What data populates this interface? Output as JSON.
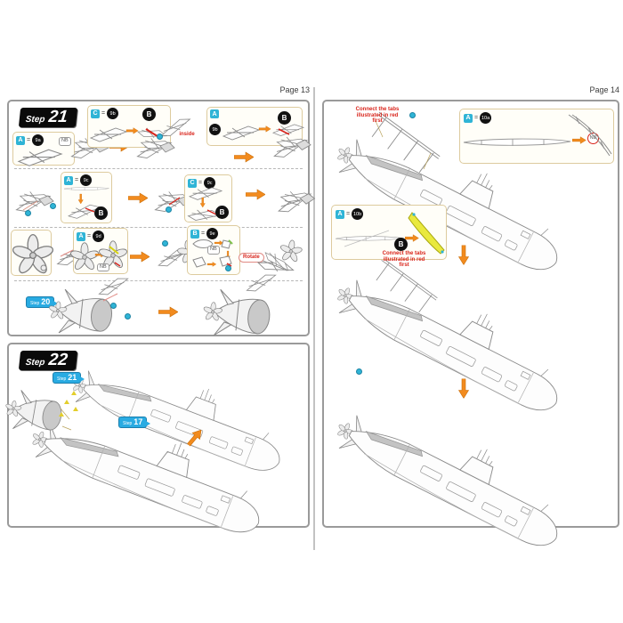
{
  "page13": {
    "label": "Page 13",
    "step21_heading": {
      "word": "Step",
      "num": "21"
    },
    "step22_heading": {
      "word": "Step",
      "num": "22"
    },
    "row1": {
      "calloutA": {
        "letter": "A",
        "eq": "=",
        "part": "9a"
      },
      "nb": "NB",
      "calloutC": {
        "letter": "C",
        "eq": "=",
        "part": "9b",
        "b_badge": "B"
      },
      "inside_note": "inside",
      "calloutA2": {
        "letter": "A",
        "part": "9b",
        "b_badge": "B"
      }
    },
    "row2": {
      "calloutA": {
        "letter": "A",
        "eq": "=",
        "part": "9c",
        "b_badge": "B"
      },
      "calloutC": {
        "letter": "C",
        "eq": "=",
        "part": "9c",
        "b_badge": "B"
      }
    },
    "row3": {
      "calloutA": {
        "letter": "A",
        "eq": "=",
        "part": "9d",
        "nb": "NB"
      },
      "calloutB": {
        "letter": "B",
        "eq": "=",
        "part": "9e",
        "nb": "NB"
      },
      "rotate_note": "Rotate"
    },
    "row4": {
      "tag": {
        "word": "Step",
        "num": "20"
      }
    },
    "step22": {
      "tag21": {
        "word": "Step",
        "num": "21"
      },
      "tag17": {
        "word": "Step",
        "num": "17"
      }
    }
  },
  "page14": {
    "label": "Page 14",
    "note_top": "Connect the tabs illustrated in red first",
    "note_mid": "Connect the tabs illustrated in red first",
    "calloutTop": {
      "letter": "A",
      "eq": "=",
      "part": "10a",
      "nb": "NB"
    },
    "calloutMid": {
      "letter": "A",
      "eq": "=",
      "part": "10b",
      "b_badge": "B"
    }
  }
}
